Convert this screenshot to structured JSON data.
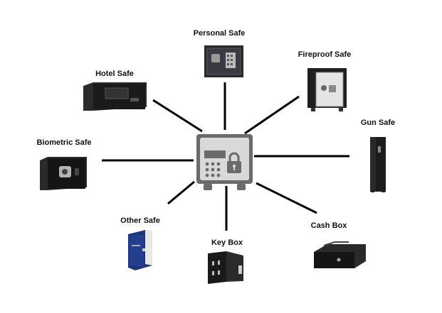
{
  "diagram": {
    "center_node": {
      "icon": "safe-keypad-lock-icon"
    },
    "nodes": [
      {
        "id": "personal",
        "label": "Personal Safe",
        "icon": "personal-safe-icon"
      },
      {
        "id": "fireproof",
        "label": "Fireproof Safe",
        "icon": "fireproof-safe-icon"
      },
      {
        "id": "gun",
        "label": "Gun Safe",
        "icon": "gun-safe-icon"
      },
      {
        "id": "cash",
        "label": "Cash Box",
        "icon": "cash-box-icon"
      },
      {
        "id": "key",
        "label": "Key Box",
        "icon": "key-box-icon"
      },
      {
        "id": "other",
        "label": "Other Safe",
        "icon": "book-safe-icon"
      },
      {
        "id": "biometric",
        "label": "Biometric Safe",
        "icon": "biometric-safe-icon"
      },
      {
        "id": "hotel",
        "label": "Hotel Safe",
        "icon": "hotel-safe-icon"
      }
    ],
    "colors": {
      "line": "#000000",
      "center_fill": "#d9d9d9",
      "center_stroke": "#6b6b6b",
      "product": "#1b1b1b",
      "book_cover": "#233a86"
    }
  }
}
